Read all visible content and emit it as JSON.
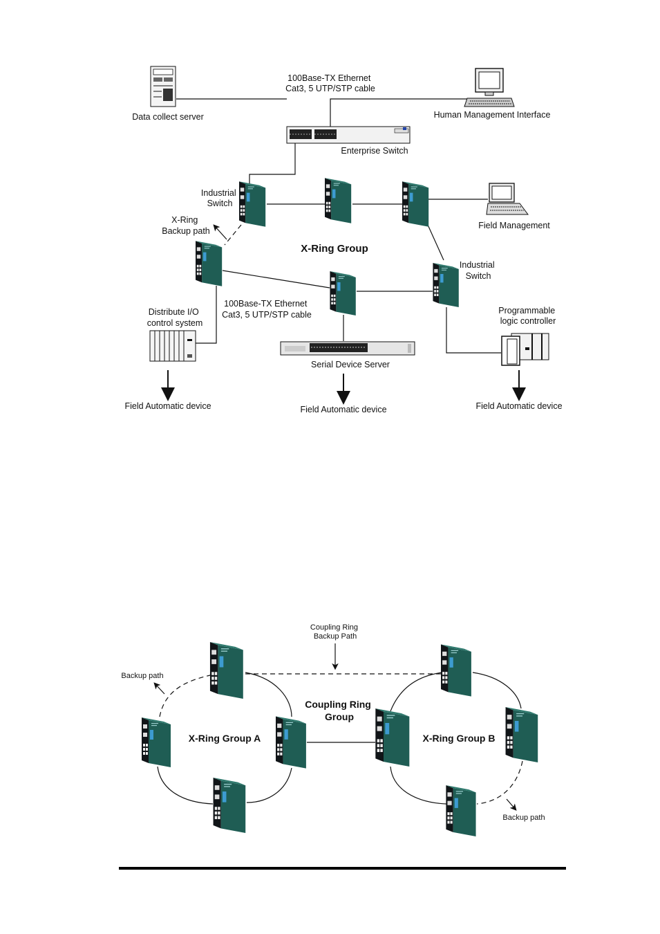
{
  "diagram1": {
    "cable_top": [
      "100Base-TX Ethernet",
      "Cat3, 5 UTP/STP cable"
    ],
    "data_collect_server": "Data collect server",
    "human_management_interface": "Human Management Interface",
    "enterprise_switch": "Enterprise Switch",
    "industrial_switch_left": [
      "Industrial",
      "Switch"
    ],
    "xring_backup_path": [
      "X-Ring",
      "Backup path"
    ],
    "field_management": "Field Management",
    "xring_group": "X-Ring Group",
    "industrial_switch_right": [
      "Industrial",
      "Switch"
    ],
    "cable_mid": [
      "100Base-TX Ethernet",
      "Cat3, 5 UTP/STP cable"
    ],
    "distribute_io": [
      "Distribute I/O",
      "control system"
    ],
    "plc": [
      "Programmable",
      "logic controller"
    ],
    "serial_device_server": "Serial Device Server",
    "field_device_left": "Field Automatic device",
    "field_device_mid": "Field Automatic device",
    "field_device_right": "Field Automatic device"
  },
  "diagram2": {
    "coupling_backup": [
      "Coupling Ring",
      "Backup Path"
    ],
    "backup_path_left": "Backup path",
    "coupling_ring_group": [
      "Coupling Ring",
      "Group"
    ],
    "xring_group_a": "X-Ring Group A",
    "xring_group_b": "X-Ring Group B",
    "backup_path_right": "Backup path"
  },
  "colors": {
    "switch_body": "#1f5d54",
    "switch_front": "#101417",
    "switch_port": "#e8e8e8",
    "switch_led": "#3d9bd1",
    "line": "#111111"
  },
  "icons": [
    "server-icon",
    "desktop-computer-icon",
    "laptop-icon",
    "rack-switch-icon",
    "industrial-switch-icon",
    "io-module-icon",
    "plc-icon"
  ]
}
